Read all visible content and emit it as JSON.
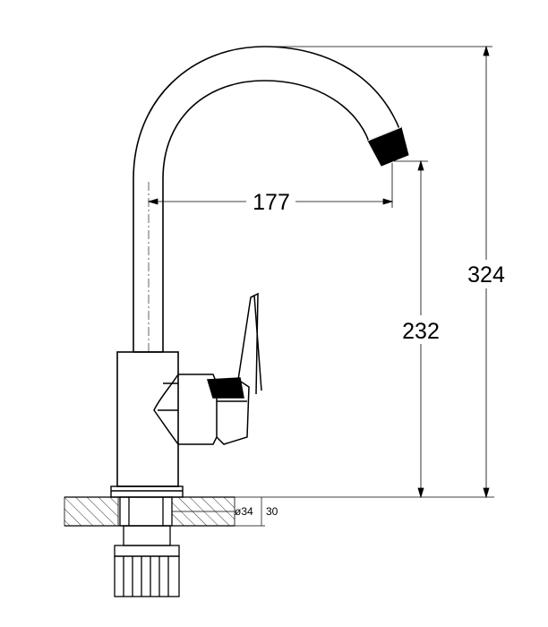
{
  "dimensions": {
    "reach": "177",
    "total_height": "324",
    "spout_height": "232",
    "hole_diameter": "ø34",
    "max_deck_thickness": "30"
  },
  "colors": {
    "line": "#000000",
    "background": "#ffffff"
  }
}
